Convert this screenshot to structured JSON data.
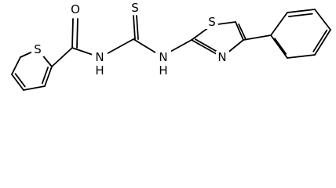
{
  "structure": {
    "atoms": {
      "o1": "O",
      "s_thioamide": "S",
      "s_thiophene": "S",
      "s_thiazole": "S",
      "n1": "N",
      "h1": "H",
      "n2": "N",
      "h2": "H",
      "n_thiazole": "N"
    },
    "colors": {
      "ink": "#000000",
      "background": "#ffffff"
    }
  }
}
